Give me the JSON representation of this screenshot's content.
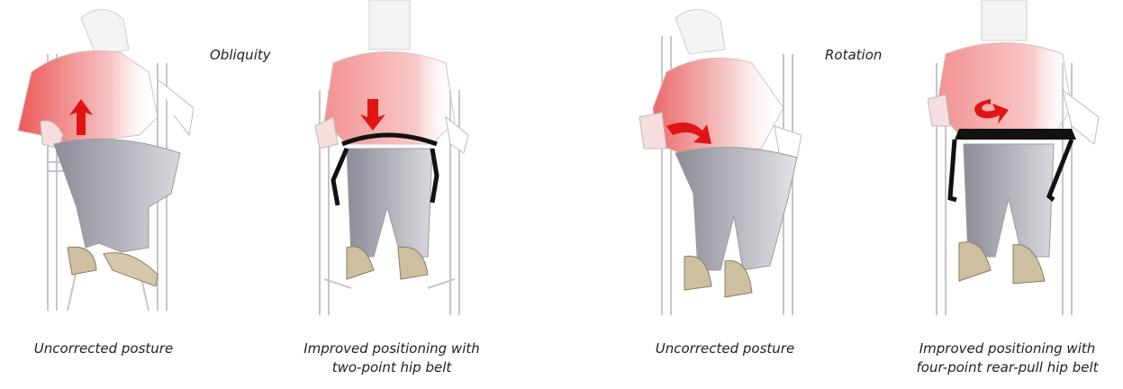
{
  "sections": [
    {
      "label": "Obliquity",
      "figures": [
        {
          "caption_lines": [
            "Uncorrected posture"
          ],
          "belt": "none",
          "arrow": "up"
        },
        {
          "caption_lines": [
            "Improved positioning with",
            "two-point hip belt"
          ],
          "belt": "two-point",
          "arrow": "down"
        }
      ]
    },
    {
      "label": "Rotation",
      "figures": [
        {
          "caption_lines": [
            "Uncorrected posture"
          ],
          "belt": "none",
          "arrow": "rotate-right"
        },
        {
          "caption_lines": [
            "Improved positioning with",
            "four-point rear-pull hip belt"
          ],
          "belt": "four-point",
          "arrow": "rotate-left"
        }
      ]
    }
  ],
  "colors": {
    "torso_highlight": "#f07070",
    "arrow": "#e01414",
    "belt": "#111111",
    "shoes": "#cfc0a0",
    "pants": "#a8a8b2",
    "wheelchair": "#c8c8c8"
  }
}
